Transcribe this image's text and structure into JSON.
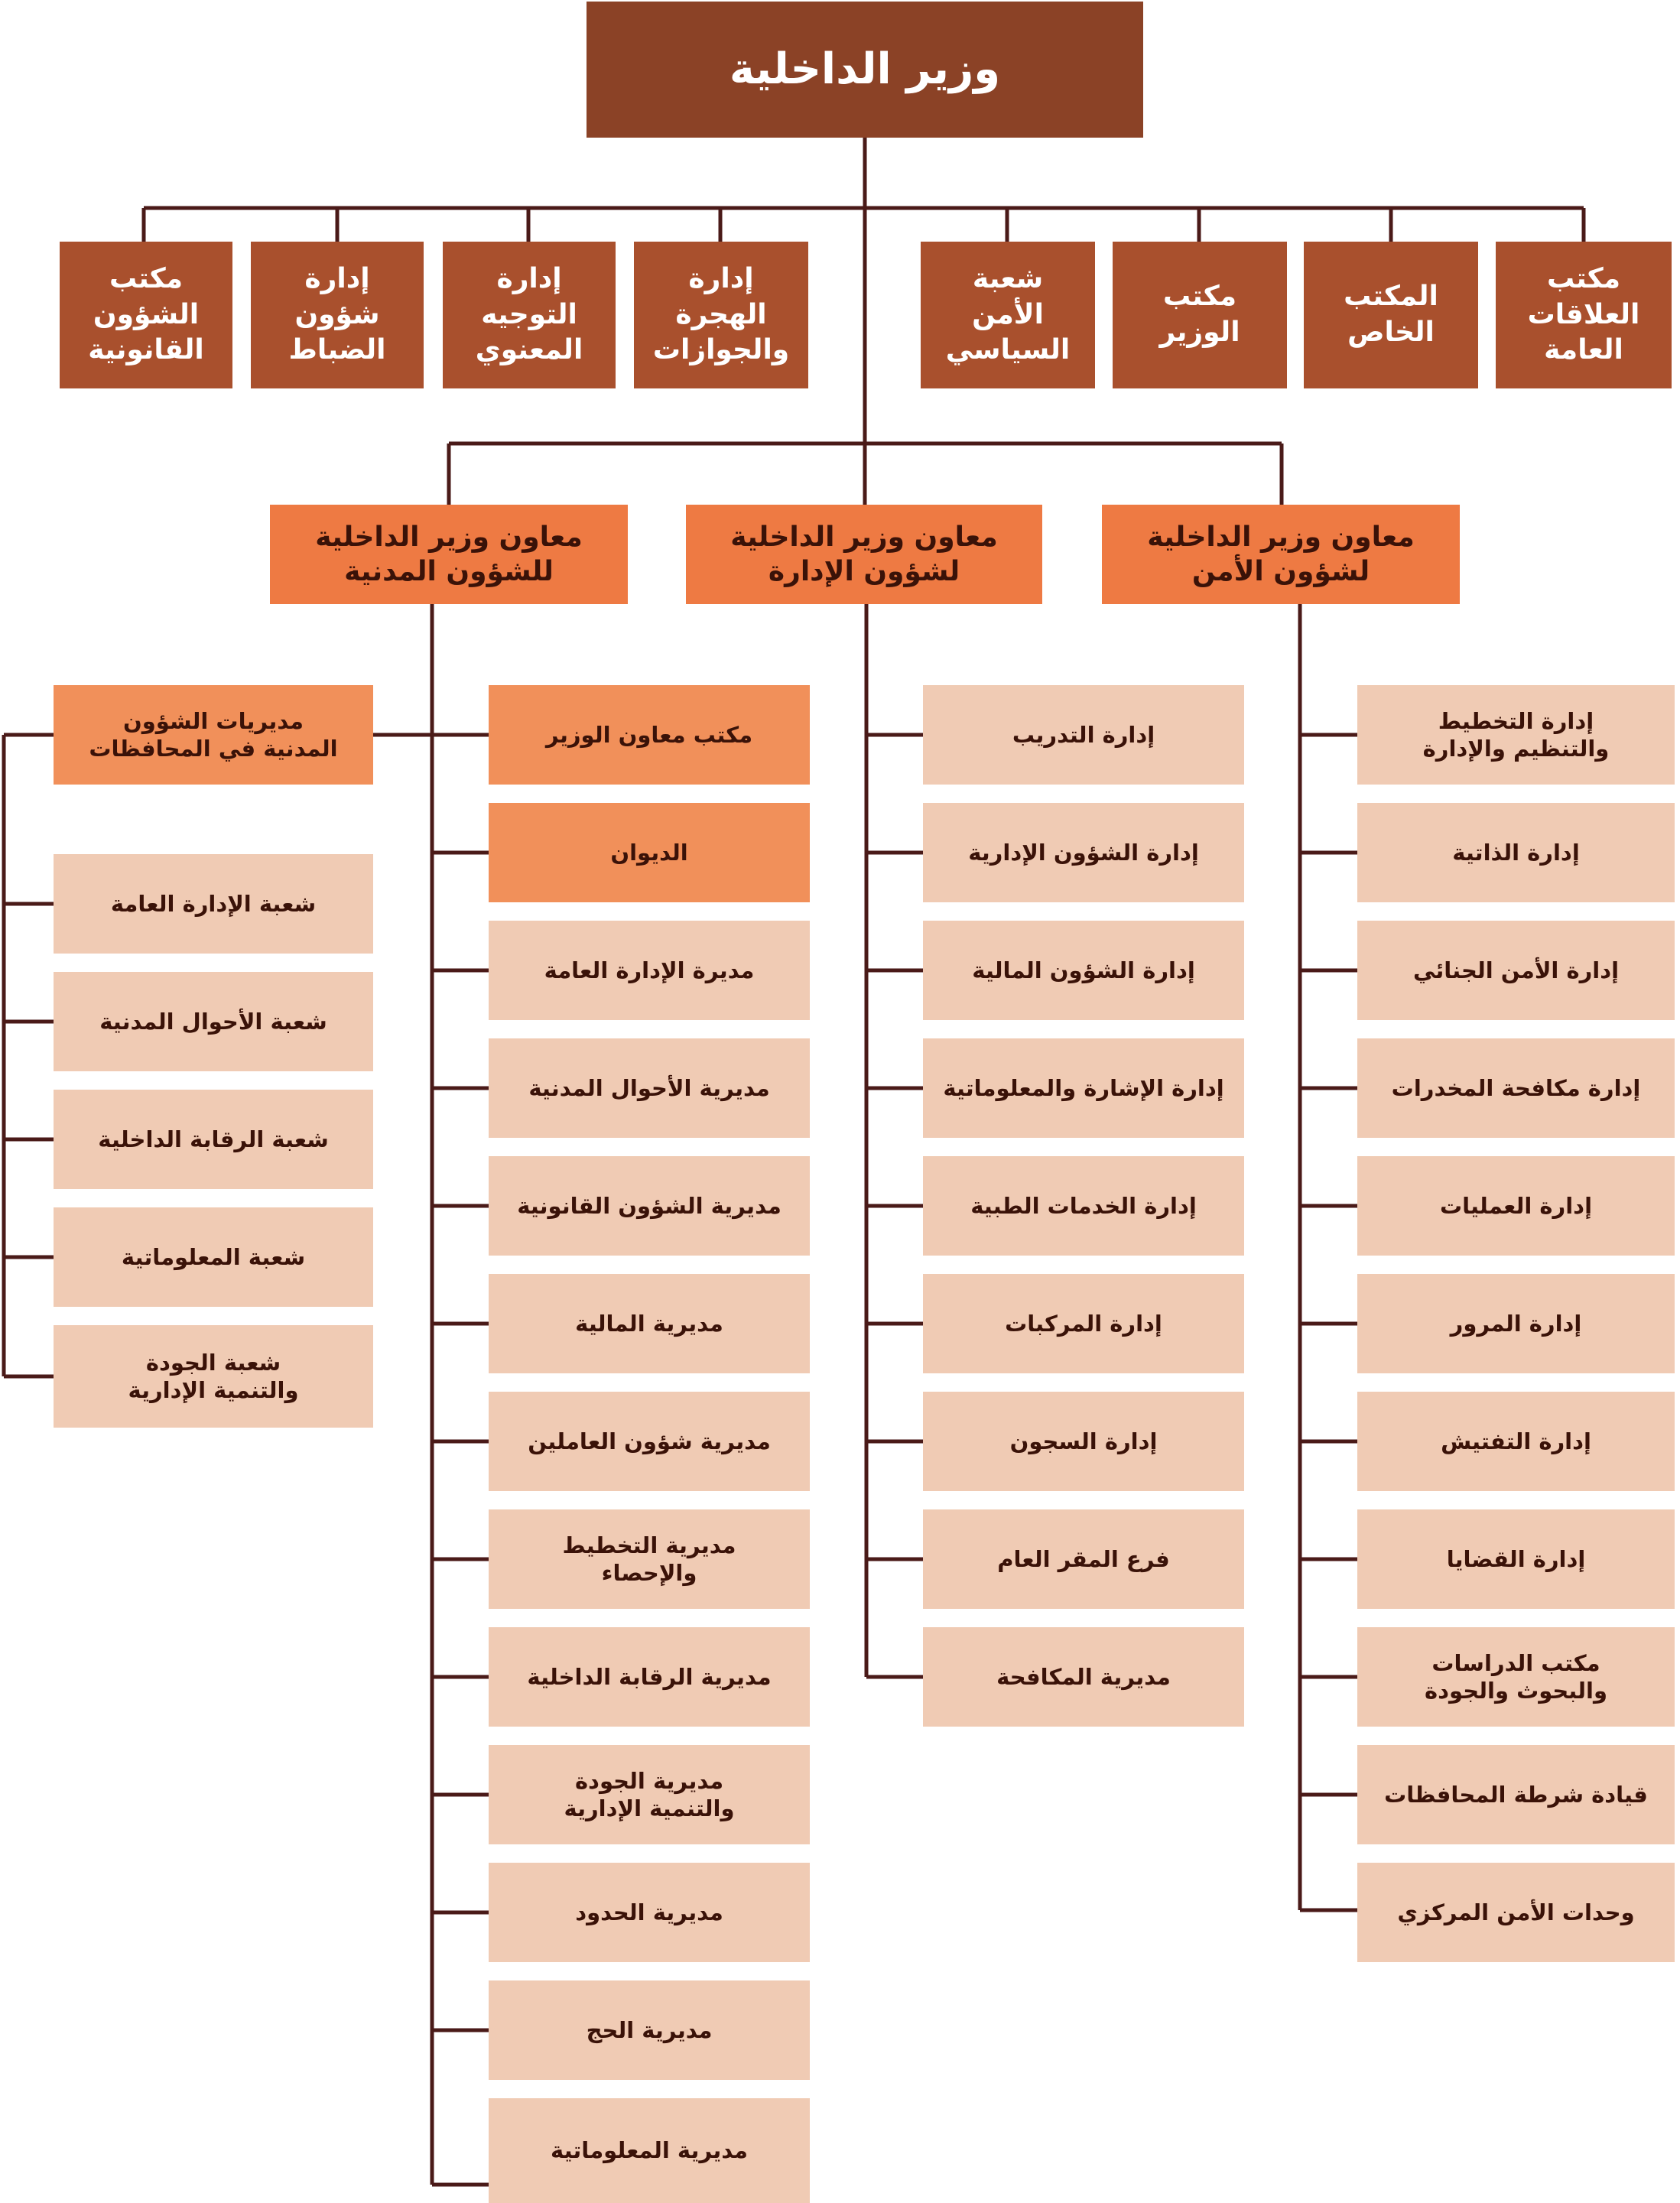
{
  "minister": "وزير الداخلية",
  "direct_units": [
    "مكتب\nالعلاقات\nالعامة",
    "المكتب\nالخاص",
    "مكتب\nالوزير",
    "شعبة\nالأمن\nالسياسي",
    "إدارة\nالهجرة\nوالجوازات",
    "إدارة\nالتوجيه\nالمعنوي",
    "إدارة\nشؤون\nالضباط",
    "مكتب\nالشؤون\nالقانونية"
  ],
  "deputies": {
    "security": {
      "title": "معاون وزير الداخلية\nلشؤون الأمن",
      "units": [
        "إدارة التخطيط\nوالتنظيم والإدارة",
        "إدارة الذاتية",
        "إدارة الأمن الجنائي",
        "إدارة مكافحة المخدرات",
        "إدارة العمليات",
        "إدارة المرور",
        "إدارة التفتيش",
        "إدارة القضايا",
        "مكتب الدراسات\nوالبحوث والجودة",
        "قيادة شرطة المحافظات",
        "وحدات الأمن المركزي"
      ]
    },
    "administration": {
      "title": "معاون وزير الداخلية\nلشؤون الإدارة",
      "units": [
        "إدارة التدريب",
        "إدارة الشؤون الإدارية",
        "إدارة الشؤون المالية",
        "إدارة الإشارة والمعلوماتية",
        "إدارة الخدمات الطبية",
        "إدارة المركبات",
        "إدارة السجون",
        "فرع المقر العام",
        "مديرية المكافحة"
      ]
    },
    "civil": {
      "title": "معاون وزير الداخلية\nللشؤون المدنية",
      "offices": [
        "مكتب معاون الوزير",
        "الديوان"
      ],
      "units": [
        "مديرة الإدارة العامة",
        "مديرية الأحوال المدنية",
        "مديرية الشؤون القانونية",
        "مديرية المالية",
        "مديرية شؤون العاملين",
        "مديرية التخطيط\nوالإحصاء",
        "مديرية الرقابة الداخلية",
        "مديرية الجودة\nوالتنمية الإدارية",
        "مديرية الحدود",
        "مديرية الحج",
        "مديرية المعلوماتية"
      ],
      "governorates": {
        "title": "مديريات الشؤون\nالمدنية في المحافظات",
        "units": [
          "شعبة الإدارة العامة",
          "شعبة الأحوال المدنية",
          "شعبة الرقابة الداخلية",
          "شعبة المعلوماتية",
          "شعبة الجودة\nوالتنمية الإدارية"
        ]
      }
    }
  }
}
